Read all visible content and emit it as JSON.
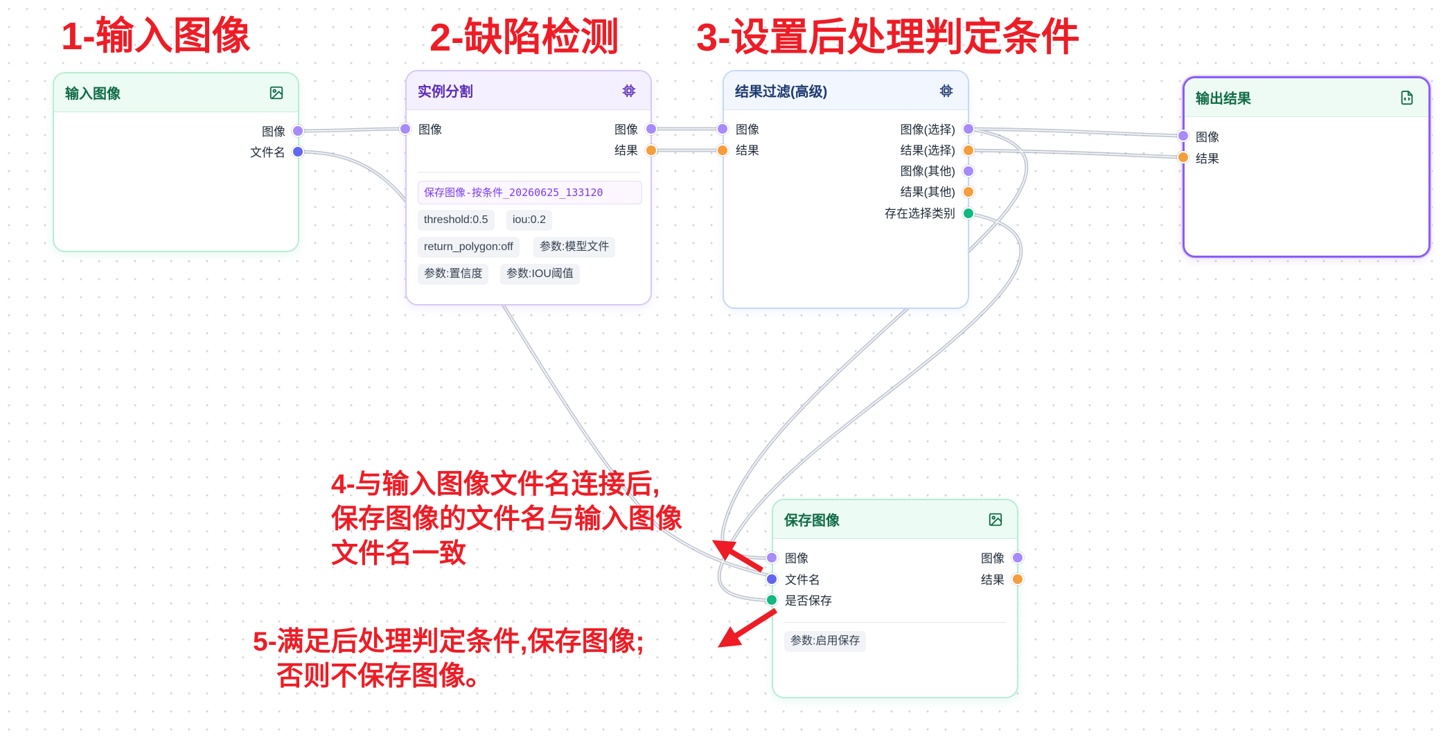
{
  "titles": {
    "step1": "1-输入图像",
    "step2": "2-缺陷检测",
    "step3": "3-设置后处理判定条件"
  },
  "annotations": {
    "step4_lines": [
      "4-与输入图像文件名连接后,",
      "保存图像的文件名与输入图像",
      "文件名一致"
    ],
    "step5_lines": [
      "5-满足后处理判定条件,保存图像;",
      "否则不保存图像。"
    ]
  },
  "colors": {
    "annotation_red": "#ee1c25",
    "port_image": "#a78bfa",
    "port_result": "#f59e3c",
    "port_filename": "#6366f1",
    "port_bool": "#10b981",
    "wire": "#9aa5b8"
  },
  "nodes": {
    "input_image": {
      "title": "输入图像",
      "icon": "image-icon",
      "outputs": [
        "图像",
        "文件名"
      ]
    },
    "instance_seg": {
      "title": "实例分割",
      "icon": "chip-icon",
      "inputs": [
        "图像"
      ],
      "outputs": [
        "图像",
        "结果"
      ],
      "link": "保存图像-按条件_20260625_133120",
      "params": [
        "threshold:0.5",
        "iou:0.2",
        "return_polygon:off",
        "参数:模型文件",
        "参数:置信度",
        "参数:IOU阈值"
      ]
    },
    "result_filter": {
      "title": "结果过滤(高级)",
      "icon": "chip-icon",
      "inputs": [
        "图像",
        "结果"
      ],
      "outputs": [
        "图像(选择)",
        "结果(选择)",
        "图像(其他)",
        "结果(其他)",
        "存在选择类别"
      ]
    },
    "output_result": {
      "title": "输出结果",
      "icon": "code-file-icon",
      "inputs": [
        "图像",
        "结果"
      ]
    },
    "save_image": {
      "title": "保存图像",
      "icon": "image-icon",
      "inputs": [
        "图像",
        "文件名",
        "是否保存"
      ],
      "outputs": [
        "图像",
        "结果"
      ],
      "params": [
        "参数:启用保存"
      ]
    }
  }
}
